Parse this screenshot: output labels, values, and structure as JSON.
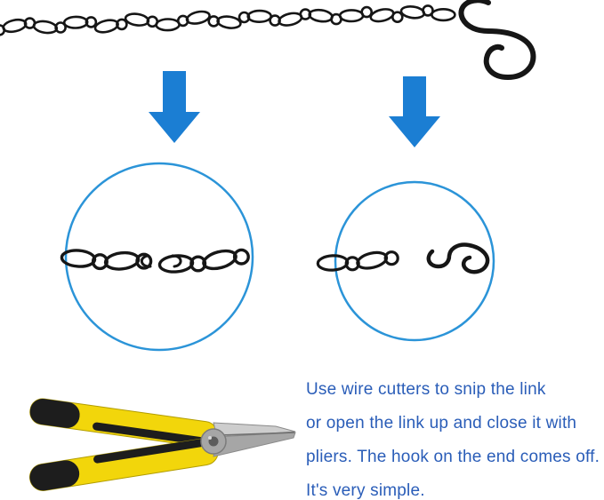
{
  "figure": {
    "caption_lines": [
      "Use wire cutters to snip the link",
      "or open the link up and close it with",
      "pliers. The hook on the end comes off.",
      "It's very simple."
    ]
  },
  "colors": {
    "arrow_blue": "#1b7ed3",
    "circle_blue": "#2b94d8",
    "text_blue": "#2a5db8",
    "chain_black": "#161616",
    "plier_yellow": "#f2d60b",
    "plier_grip_black": "#1d1d1d",
    "metal_light": "#cdcdcd",
    "metal_dark": "#a6a6a6",
    "metal_edge": "#8a8a8a"
  }
}
